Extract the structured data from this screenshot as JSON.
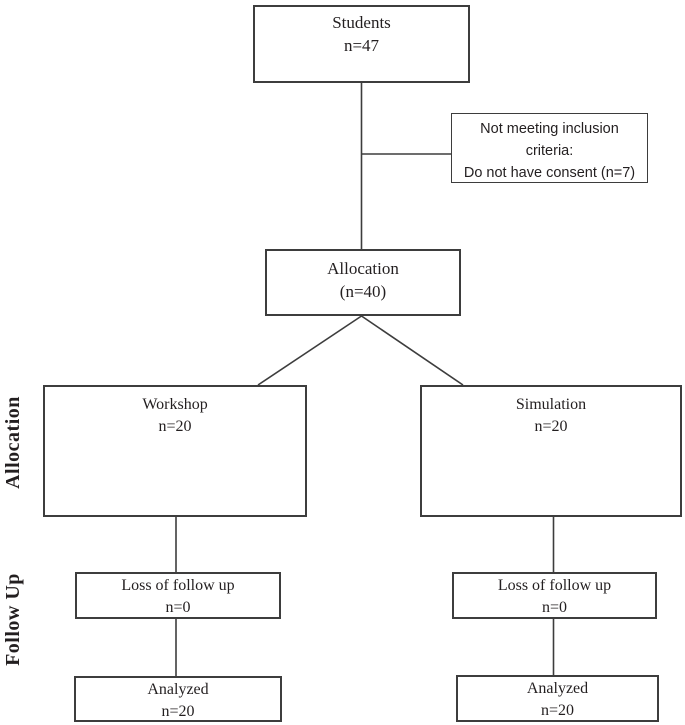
{
  "diagram": {
    "background": "#ffffff",
    "line_color": "#3d3d3d",
    "text_color": "#231f20",
    "side_labels": {
      "allocation": "Allocation",
      "follow_up": "Follow Up"
    },
    "boxes": {
      "students": {
        "lines": [
          "Students",
          "n=47"
        ]
      },
      "not_meeting": {
        "lines": [
          "Not meeting inclusion",
          "criteria:",
          "Do not have consent (n=7)"
        ]
      },
      "allocation": {
        "lines": [
          "Allocation",
          "(n=40)"
        ]
      },
      "workshop": {
        "lines": [
          "Workshop",
          "n=20"
        ]
      },
      "simulation": {
        "lines": [
          "Simulation",
          "n=20"
        ]
      },
      "loss_left": {
        "lines": [
          "Loss of follow up",
          "n=0"
        ]
      },
      "loss_right": {
        "lines": [
          "Loss of follow up",
          "n=0"
        ]
      },
      "analyzed_left": {
        "lines": [
          "Analyzed",
          "n=20"
        ]
      },
      "analyzed_right": {
        "lines": [
          "Analyzed",
          "n=20"
        ]
      }
    }
  }
}
